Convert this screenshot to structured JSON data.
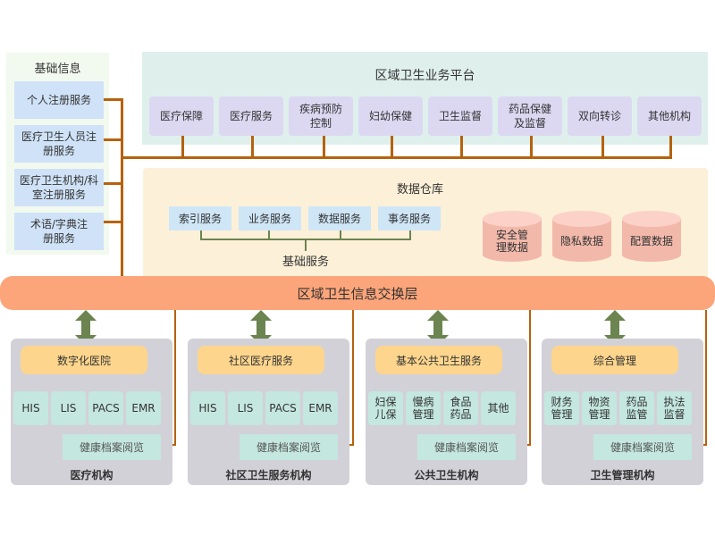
{
  "basic_info": {
    "title": "基础信息",
    "items": [
      "个人注册服务",
      "医疗卫生人员注册服务",
      "医疗卫生机构/科室注册服务",
      "术语/字典注册服务"
    ]
  },
  "platform": {
    "title": "区域卫生业务平台",
    "items": [
      "医疗保障",
      "医疗服务",
      "疾病预防控制",
      "妇幼保健",
      "卫生监督",
      "药品保健及监督",
      "双向转诊",
      "其他机构"
    ]
  },
  "data_warehouse": {
    "title": "数据仓库",
    "services": [
      "索引服务",
      "业务服务",
      "数据服务",
      "事务服务"
    ],
    "services_group_label": "基础服务",
    "databases": [
      "安全管理数据",
      "隐私数据",
      "配置数据"
    ]
  },
  "exchange_layer": {
    "label": "区域卫生信息交换层"
  },
  "organizations": [
    {
      "name": "医疗机构",
      "header": "数字化医院",
      "systems": [
        "HIS",
        "LIS",
        "PACS",
        "EMR"
      ],
      "health_record": "健康档案阅览"
    },
    {
      "name": "社区卫生服务机构",
      "header": "社区医疗服务",
      "systems": [
        "HIS",
        "LIS",
        "PACS",
        "EMR"
      ],
      "health_record": "健康档案阅览"
    },
    {
      "name": "公共卫生机构",
      "header": "基本公共卫生服务",
      "systems": [
        "妇保儿保",
        "慢病管理",
        "食品药品",
        "其他"
      ],
      "health_record": "健康档案阅览"
    },
    {
      "name": "卫生管理机构",
      "header": "综合管理",
      "systems": [
        "财务管理",
        "物资管理",
        "药品监管",
        "执法监督"
      ],
      "health_record": "健康档案阅览"
    }
  ],
  "colors": {
    "connector": "#b5620e",
    "arrow": "#6b8450",
    "exchange": "#fda57a",
    "platform_bg": "#dff0ec",
    "warehouse_bg": "#fdf0d8",
    "org_bg": "#d2d1d8"
  }
}
